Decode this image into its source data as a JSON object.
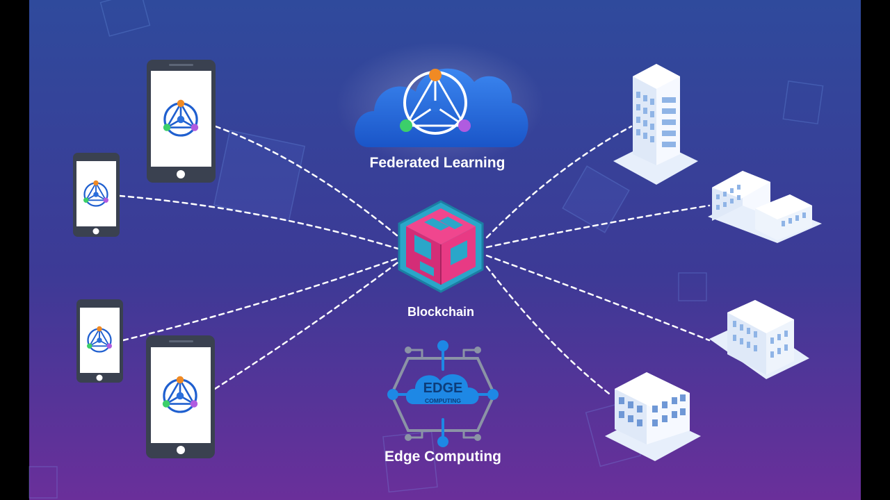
{
  "hub": {
    "label": "Blockchain",
    "icon": "blockchain-cube-icon"
  },
  "services": [
    {
      "label": "Federated Learning",
      "icon": "federated-learning-cloud-icon"
    },
    {
      "label": "Edge Computing",
      "icon": "edge-computing-chip-icon",
      "badge_line1": "EDGE",
      "badge_line2": "COMPUTING"
    }
  ],
  "left_devices": [
    {
      "type": "phone",
      "icon": "smartphone-icon"
    },
    {
      "type": "phone",
      "icon": "smartphone-icon"
    },
    {
      "type": "phone",
      "icon": "smartphone-icon"
    },
    {
      "type": "phone",
      "icon": "smartphone-icon"
    }
  ],
  "right_sites": [
    {
      "type": "building",
      "icon": "skyscraper-icon"
    },
    {
      "type": "building",
      "icon": "campus-building-icon"
    },
    {
      "type": "building",
      "icon": "institution-building-icon"
    },
    {
      "type": "building",
      "icon": "office-building-icon"
    }
  ],
  "colors": {
    "background_top": "#2e4a9c",
    "background_bottom": "#6a2f9a",
    "connector": "#ffffff",
    "cloud": "#1f63d6",
    "blockchain_pink": "#e0307a",
    "blockchain_cyan": "#2aa6c9",
    "edge_blue": "#1e88e5",
    "node_orange": "#f08a24",
    "node_green": "#3ccf6a",
    "node_purple": "#b05be0",
    "node_blue": "#2a6fdc"
  }
}
